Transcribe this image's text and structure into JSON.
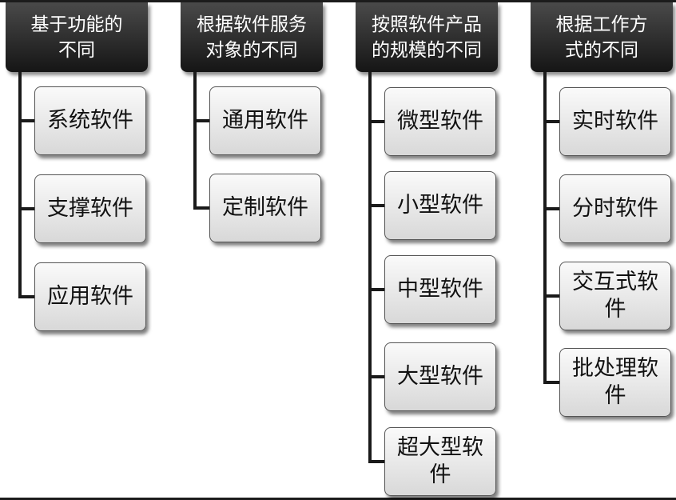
{
  "columns": [
    {
      "header": [
        "基于功能的",
        "不同"
      ],
      "items": [
        "系统软件",
        "支撑软件",
        "应用软件"
      ]
    },
    {
      "header": [
        "根据软件服务",
        "对象的不同"
      ],
      "items": [
        "通用软件",
        "定制软件"
      ]
    },
    {
      "header": [
        "按照软件产品",
        "的规模的不同"
      ],
      "items": [
        "微型软件",
        "小型软件",
        "中型软件",
        "大型软件",
        "超大型软件"
      ]
    },
    {
      "header": [
        "根据工作方",
        "式的不同"
      ],
      "items": [
        "实时软件",
        "分时软件",
        "交互式软件",
        "批处理软件"
      ]
    }
  ]
}
